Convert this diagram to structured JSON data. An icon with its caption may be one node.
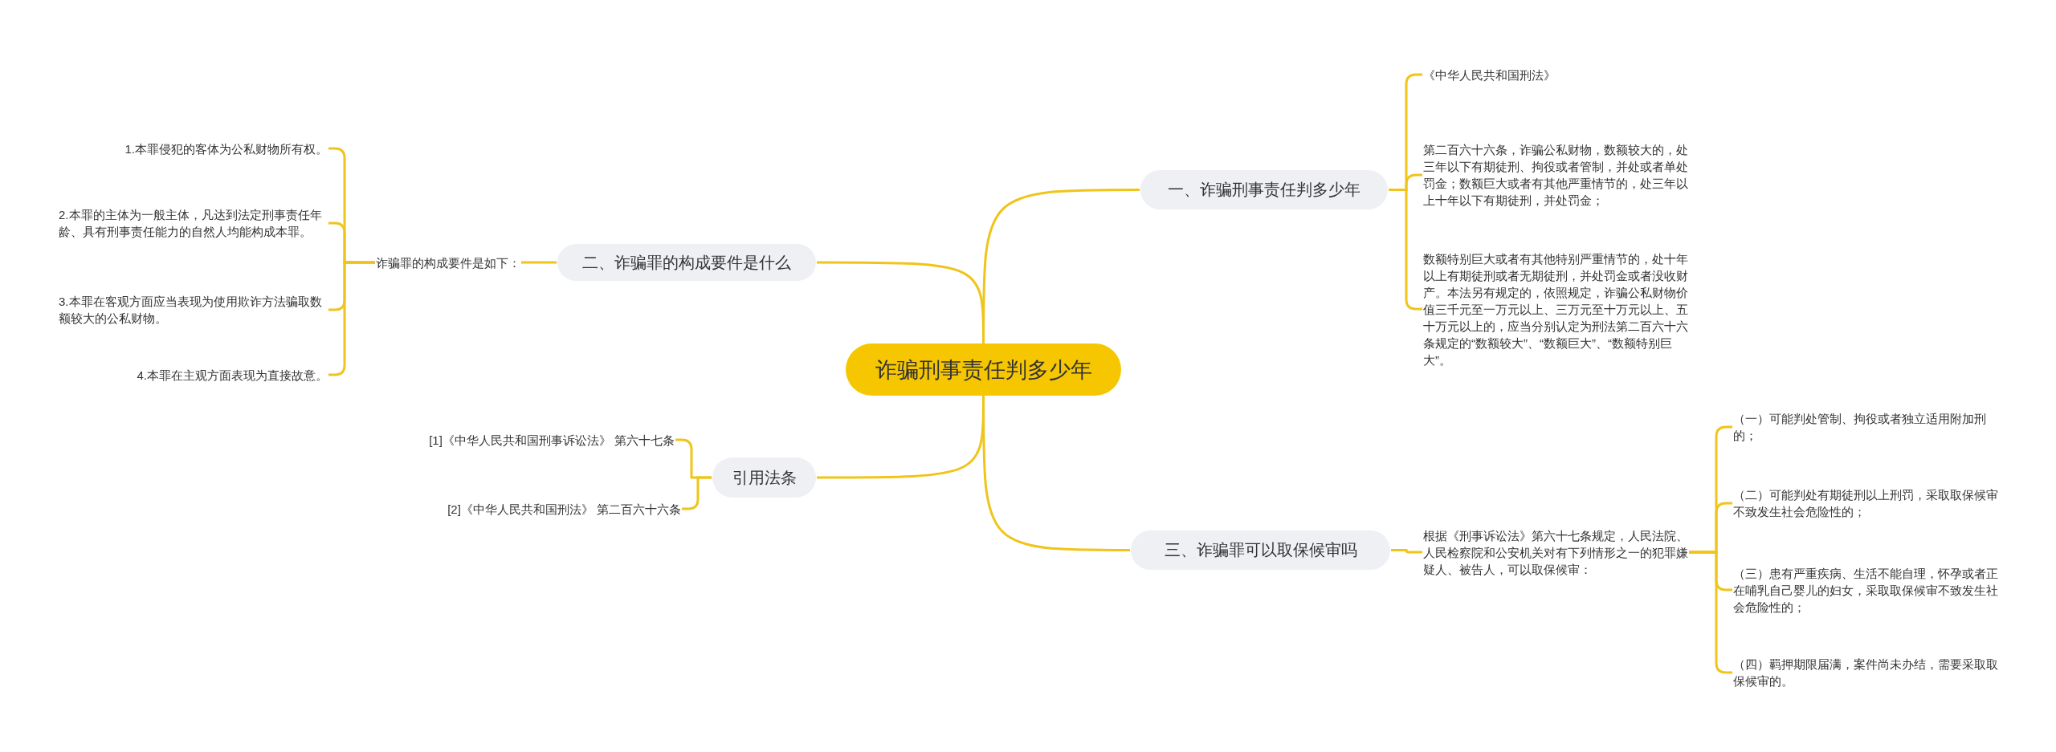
{
  "diagram": {
    "nodes": [
      {
        "text": [
          "诈骗刑事责任判多少年"
        ]
      },
      {
        "text": [
          "一、诈骗刑事责任判多少年"
        ]
      },
      {
        "text": [
          "《中华人民共和国刑法》"
        ]
      },
      {
        "text": [
          "第二百六十六条，诈骗公私财物，数额较大的，处三年以下有期徒刑、拘役或者管制，并处或者单处罚金；数额巨大或者有其他严重情节的，处三年以上十年以下有期徒刑，并处罚金；"
        ]
      },
      {
        "text": [
          "数额特别巨大或者有其他特别严重情节的，处十年以上有期徒刑或者无期徒刑，并处罚金或者没收财产。本法另有规定的，依照规定，诈骗公私财物价值三千元至一万元以上、三万元至十万元以上、五十万元以上的，应当分别认定为刑法第二百六十六条规定的“数额较大”、“数额巨大”、“数额特别巨大”。"
        ]
      },
      {
        "text": [
          "二、诈骗罪的构成要件是什么"
        ]
      },
      {
        "text": [
          "诈骗罪的构成要件是如下："
        ]
      },
      {
        "text": [
          "1.本罪侵犯的客体为公私财物所有权。"
        ]
      },
      {
        "text": [
          "2.本罪的主体为一般主体，凡达到法定刑事责任年龄、具有刑事责任能力的自然人均能构成本罪。"
        ]
      },
      {
        "text": [
          "3.本罪在客观方面应当表现为使用欺诈方法骗取数额较大的公私财物。"
        ]
      },
      {
        "text": [
          "4.本罪在主观方面表现为直接故意。"
        ]
      },
      {
        "text": [
          "引用法条"
        ]
      },
      {
        "text": [
          "[1]《中华人民共和国刑事诉讼法》 第六十七条"
        ]
      },
      {
        "text": [
          "[2]《中华人民共和国刑法》 第二百六十六条"
        ]
      },
      {
        "text": [
          "三、诈骗罪可以取保候审吗"
        ]
      },
      {
        "text": [
          "根据《刑事诉讼法》第六十七条规定，人民法院、人民检察院和公安机关对有下列情形之一的犯罪嫌疑人、被告人，可以取保候审："
        ]
      },
      {
        "text": [
          "（一）可能判处管制、拘役或者独立适用附加刑的；"
        ]
      },
      {
        "text": [
          "（二）可能判处有期徒刑以上刑罚，采取取保候审不致发生社会危险性的；"
        ]
      },
      {
        "text": [
          "（三）患有严重疾病、生活不能自理，怀孕或者正在哺乳自己婴儿的妇女，采取取保候审不致发生社会危险性的；"
        ]
      },
      {
        "text": [
          "（四）羁押期限届满，案件尚未办结，需要采取取保候审的。"
        ]
      }
    ],
    "edges": [
      {
        "from": 0,
        "to": 1,
        "arrow": "none"
      },
      {
        "from": 1,
        "to": 2,
        "arrow": "none"
      },
      {
        "from": 1,
        "to": 3,
        "arrow": "none"
      },
      {
        "from": 1,
        "to": 4,
        "arrow": "none"
      },
      {
        "from": 0,
        "to": 5,
        "arrow": "none"
      },
      {
        "from": 5,
        "to": 6,
        "arrow": "none"
      },
      {
        "from": 6,
        "to": 7,
        "arrow": "none"
      },
      {
        "from": 6,
        "to": 8,
        "arrow": "none"
      },
      {
        "from": 6,
        "to": 9,
        "arrow": "none"
      },
      {
        "from": 6,
        "to": 10,
        "arrow": "none"
      },
      {
        "from": 0,
        "to": 11,
        "arrow": "none"
      },
      {
        "from": 11,
        "to": 12,
        "arrow": "none"
      },
      {
        "from": 11,
        "to": 13,
        "arrow": "none"
      },
      {
        "from": 0,
        "to": 14,
        "arrow": "none"
      },
      {
        "from": 14,
        "to": 15,
        "arrow": "none"
      },
      {
        "from": 15,
        "to": 16,
        "arrow": "none"
      },
      {
        "from": 15,
        "to": 17,
        "arrow": "none"
      },
      {
        "from": 15,
        "to": 18,
        "arrow": "none"
      },
      {
        "from": 15,
        "to": 19,
        "arrow": "none"
      }
    ]
  }
}
